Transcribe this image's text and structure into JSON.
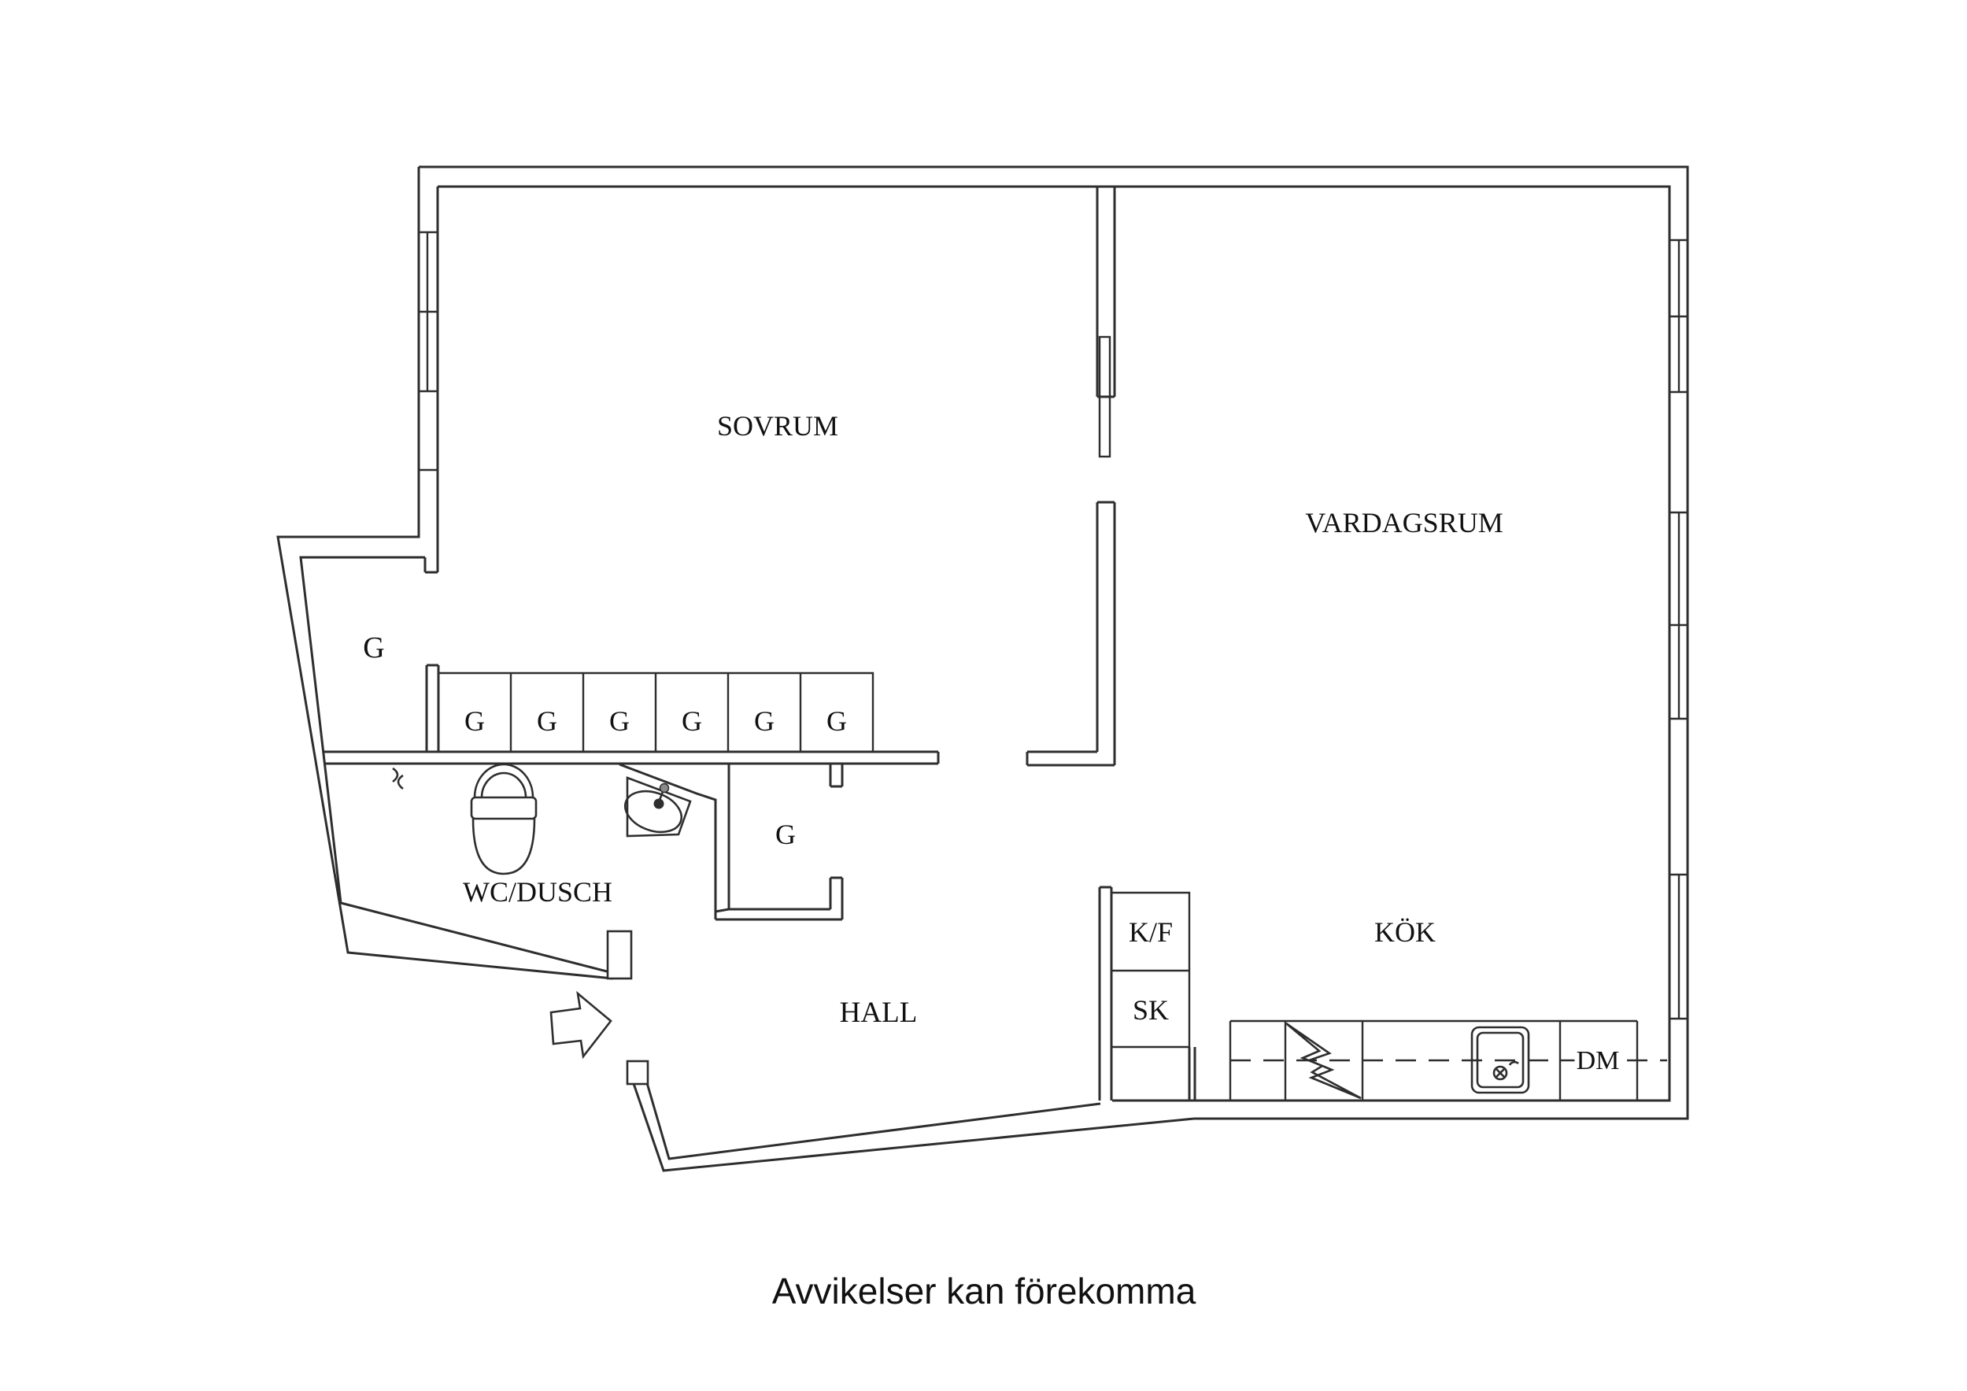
{
  "page": {
    "background_color": "#ffffff",
    "line_color": "#2e2e2e",
    "caption": "Avvikelser kan förekomma"
  },
  "floor_plan": {
    "rooms": [
      {
        "id": "sovrum",
        "label": "SOVRUM"
      },
      {
        "id": "vardagsrum",
        "label": "VARDAGSRUM"
      },
      {
        "id": "kok",
        "label": "KÖK"
      },
      {
        "id": "hall",
        "label": "HALL"
      },
      {
        "id": "wc_dusch",
        "label": "WC/DUSCH"
      }
    ],
    "closets": {
      "walk_in_label": "G",
      "hall_closet_label": "G",
      "wardrobe_labels": [
        "G",
        "G",
        "G",
        "G",
        "G",
        "G"
      ]
    },
    "kitchen_units": {
      "fridge_freezer": "K/F",
      "cleaning_cabinet": "SK",
      "dishwasher": "DM"
    }
  }
}
